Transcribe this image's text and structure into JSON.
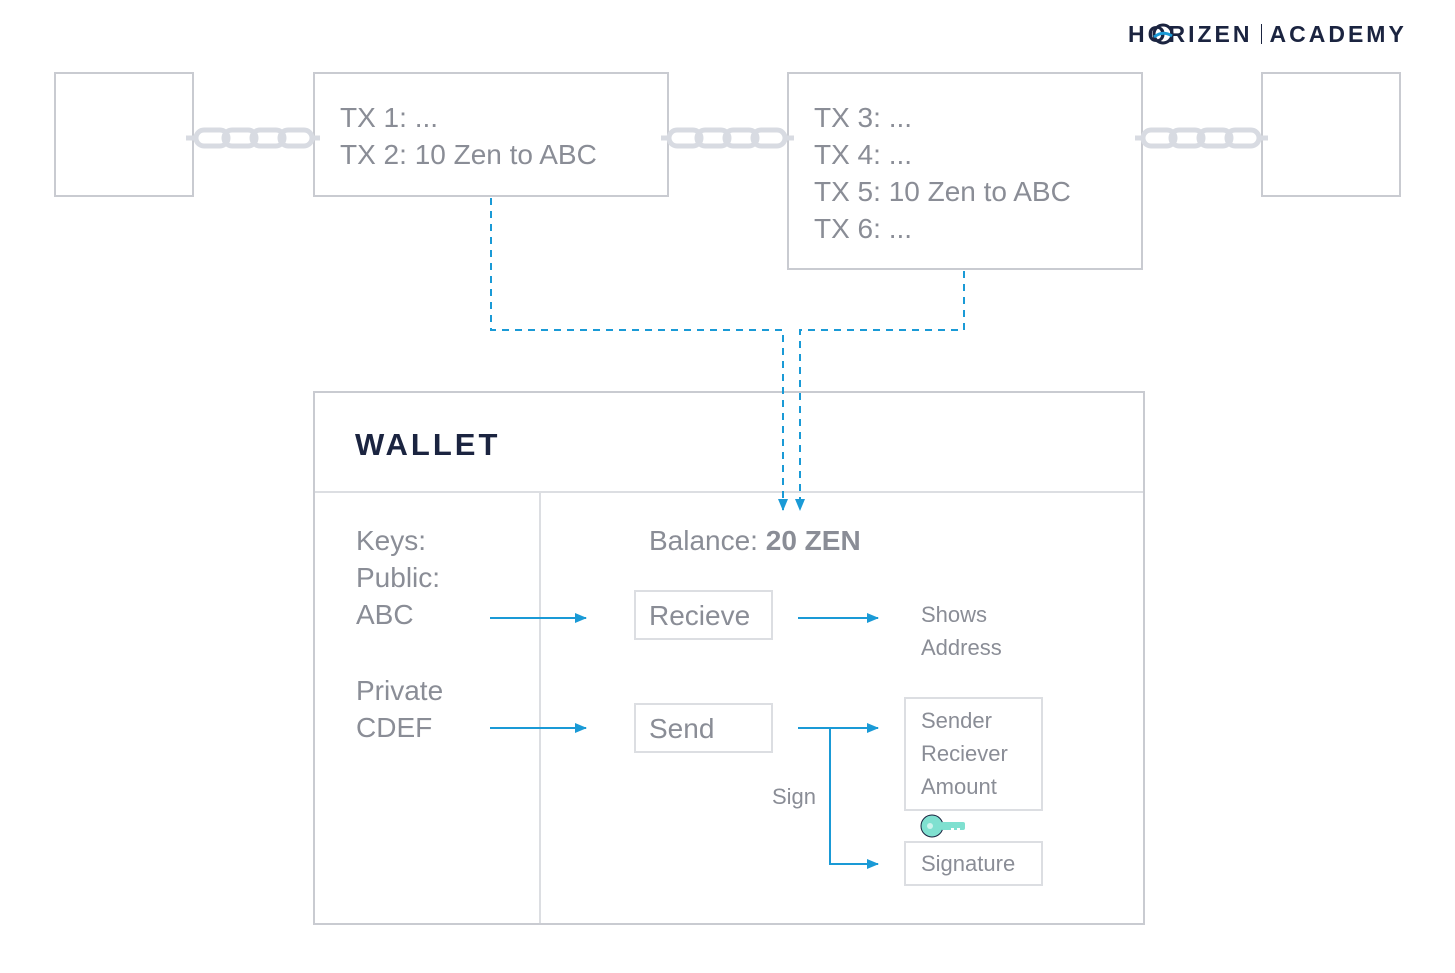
{
  "logo": {
    "part1": "HORIZEN",
    "part2": "ACADEMY"
  },
  "blocks": {
    "block1": [
      "TX 1: ...",
      "TX 2: 10 Zen to ABC"
    ],
    "block2": [
      "TX 3: ...",
      "TX 4: ...",
      "TX 5: 10 Zen to ABC",
      "TX 6: ..."
    ]
  },
  "wallet": {
    "title": "WALLET",
    "keys": [
      "Keys:",
      "Public:",
      "ABC"
    ],
    "private": [
      "Private",
      "CDEF"
    ],
    "balance_label": "Balance: ",
    "balance_value": "20 ZEN",
    "receive_label": "Recieve",
    "send_label": "Send",
    "shows_address": [
      "Shows",
      "Address"
    ],
    "tx_fields": [
      "Sender",
      "Reciever",
      "Amount"
    ],
    "signature_label": "Signature",
    "sign_label": "Sign"
  },
  "colors": {
    "arrow": "#1a9ad6",
    "key": "#7fe0d0",
    "border": "#c9cbd1",
    "text": "#8a8d96",
    "title": "#1b2440"
  },
  "icons": [
    "chain-link-icon",
    "key-icon",
    "horizen-logo-icon"
  ]
}
